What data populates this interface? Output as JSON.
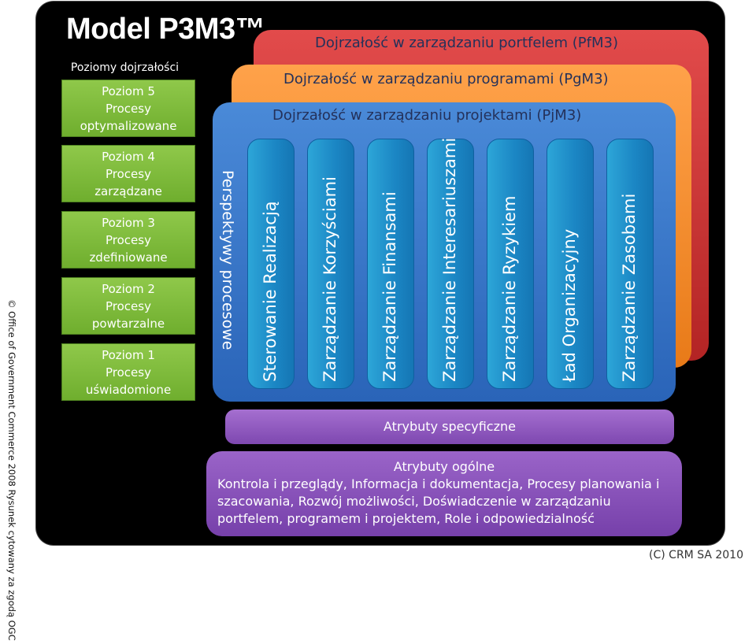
{
  "title": "Model P3M3™",
  "levels_heading": "Poziomy dojrzałości",
  "levels": [
    {
      "name": "Poziom 5",
      "l2": "Procesy",
      "l3": "optymalizowane"
    },
    {
      "name": "Poziom 4",
      "l2": "Procesy",
      "l3": "zarządzane"
    },
    {
      "name": "Poziom 3",
      "l2": "Procesy",
      "l3": "zdefiniowane"
    },
    {
      "name": "Poziom 2",
      "l2": "Procesy",
      "l3": "powtarzalne"
    },
    {
      "name": "Poziom 1",
      "l2": "Procesy",
      "l3": "uświadomione"
    }
  ],
  "bands": {
    "pfm": "Dojrzałość w zarządzaniu portfelem (PfM3)",
    "pgm": "Dojrzałość w zarządzaniu programami (PgM3)",
    "pjm": "Dojrzałość w zarządzaniu projektami (PjM3)"
  },
  "perspectives_label": "Perspektywy procesowe",
  "perspectives": [
    "Sterowanie Realizacją",
    "Zarządzanie Korzyściami",
    "Zarządzanie Finansami",
    "Zarządzanie Interesariuszami",
    "Zarządzanie Ryzykiem",
    "Ład Organizacyjny",
    "Zarządzanie Zasobami"
  ],
  "attr_specific": "Atrybuty specyficzne",
  "attr_general": {
    "heading": "Atrybuty ogólne",
    "body": "Kontrola i przeglądy, Informacja i dokumentacja, Procesy planowania i szacowania, Rozwój możliwości, Doświadczenie  w zarządzaniu portfelem, programem i projektem, Role i odpowiedzialność"
  },
  "side_note": "© Office of Government Commerce 2008 Rysunek cytowany za zgodą OGC",
  "copyright": "(C) CRM SA 2010"
}
